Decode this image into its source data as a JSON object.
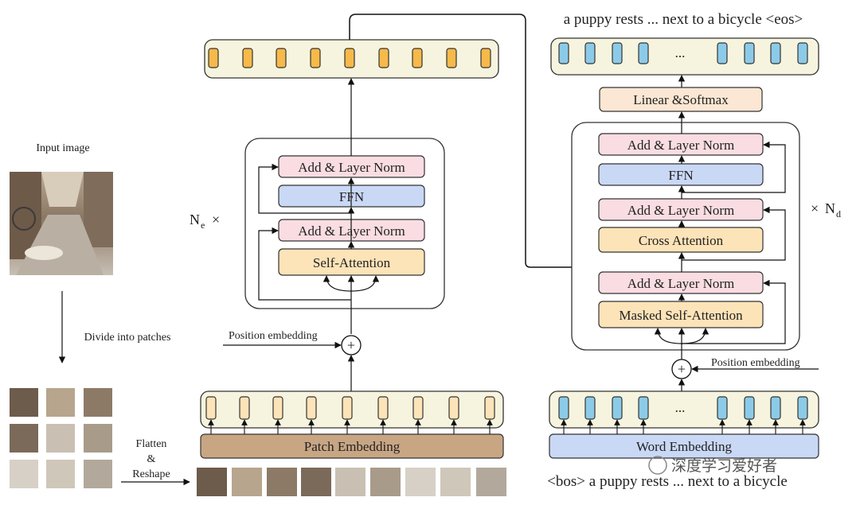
{
  "labels": {
    "input_image": "Input image",
    "divide": "Divide into patches",
    "flatten": "Flatten",
    "amp": "&",
    "reshape": "Reshape",
    "encoder_repeat": "N",
    "encoder_repeat_sub": "e",
    "decoder_repeat": "N",
    "decoder_repeat_sub": "d",
    "times": "×",
    "position_embedding_enc": "Position embedding",
    "position_embedding_dec": "Position embedding",
    "output_caption": "a puppy rests ... next to a bicycle <eos>",
    "input_caption": "<bos> a puppy rests ... next to a bicycle",
    "ellipsis_top": "...",
    "ellipsis_bottom": "...",
    "plus": "+",
    "watermark": "深度学习爱好者"
  },
  "encoder": {
    "add_norm_1": "Add & Layer Norm",
    "ffn": "FFN",
    "add_norm_2": "Add & Layer Norm",
    "self_attention": "Self-Attention",
    "patch_embedding": "Patch Embedding"
  },
  "decoder": {
    "linear_softmax": "Linear &Softmax",
    "add_norm_1": "Add & Layer Norm",
    "ffn": "FFN",
    "add_norm_2": "Add & Layer Norm",
    "cross_attention": "Cross Attention",
    "add_norm_3": "Add & Layer Norm",
    "masked_self_attention": "Masked Self-Attention",
    "word_embedding": "Word Embedding"
  },
  "colors": {
    "encoder_token": "#f6b94a",
    "patch_token": "#fde3b8",
    "decoder_token": "#8ccbe8",
    "vector_bg": "#f6f4de",
    "add_norm": "#f9dde2",
    "ffn": "#c9d8f5",
    "attention": "#fde3b8",
    "linear_softmax": "#fbe7d3",
    "patch_embedding": "#c8a684",
    "word_embedding": "#c9d8f5"
  }
}
